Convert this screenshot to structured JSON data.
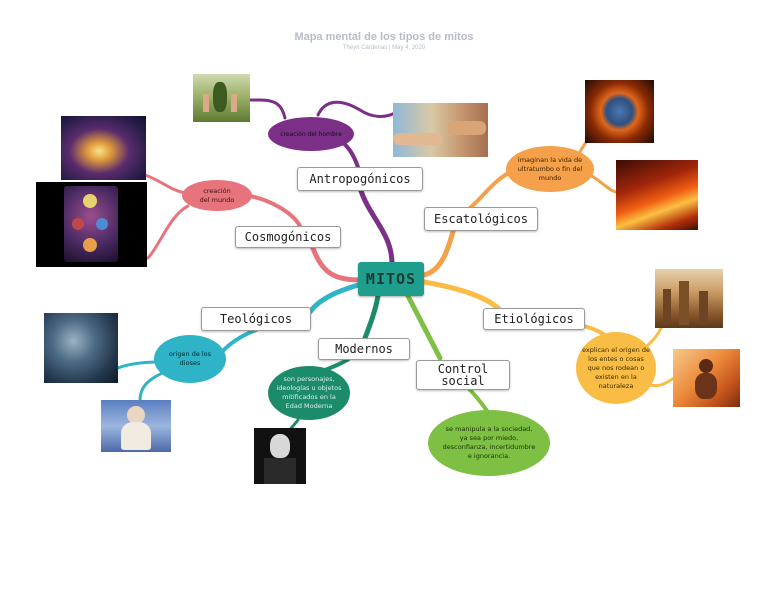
{
  "header": {
    "title": "Mapa mental de los tipos de mitos",
    "subtitle": "Theyri Cárdenas   |   May 4, 2020"
  },
  "center": {
    "label": "MITOS",
    "color": "#1f9d8d"
  },
  "branches": {
    "antropogonicos": {
      "label": "Antropogónicos",
      "color": "#7b2f86",
      "bubble": "creación del hombre"
    },
    "cosmogonicos": {
      "label": "Cosmogónicos",
      "color": "#e7747d",
      "bubble": "creación\ndel mundo"
    },
    "escatologicos": {
      "label": "Escatológicos",
      "color": "#f5a04a",
      "bubble": "imaginan la vida de ultratumbo o fin del mundo"
    },
    "etiologicos": {
      "label": "Etiológicos",
      "color": "#f9bd45",
      "bubble": "explican el origen de los entes o cosas que nos rodean o existen en la naturaleza"
    },
    "teologicos": {
      "label": "Teológicos",
      "color": "#2fb3c6",
      "bubble": "origen de los dioses"
    },
    "modernos": {
      "label": "Modernos",
      "color": "#1b8b6a",
      "bubble": "son personajes, ideologías u objetos mitificados en la Edad Moderna"
    },
    "control_social": {
      "label": "Control\nsocial",
      "color": "#7dc043",
      "bubble": "se manipula a la sociedad, ya sea por miedo, desconfianza, incertidumbre e ignorancia."
    }
  },
  "images": [
    "adam-eve-garden-image",
    "creation-of-adam-image",
    "cosmic-swirl-image",
    "tree-of-life-image",
    "burning-earth-image",
    "fireball-image",
    "ancient-city-image",
    "runner-fire-image",
    "stormy-gods-image",
    "zeus-image",
    "nosferatu-image"
  ]
}
